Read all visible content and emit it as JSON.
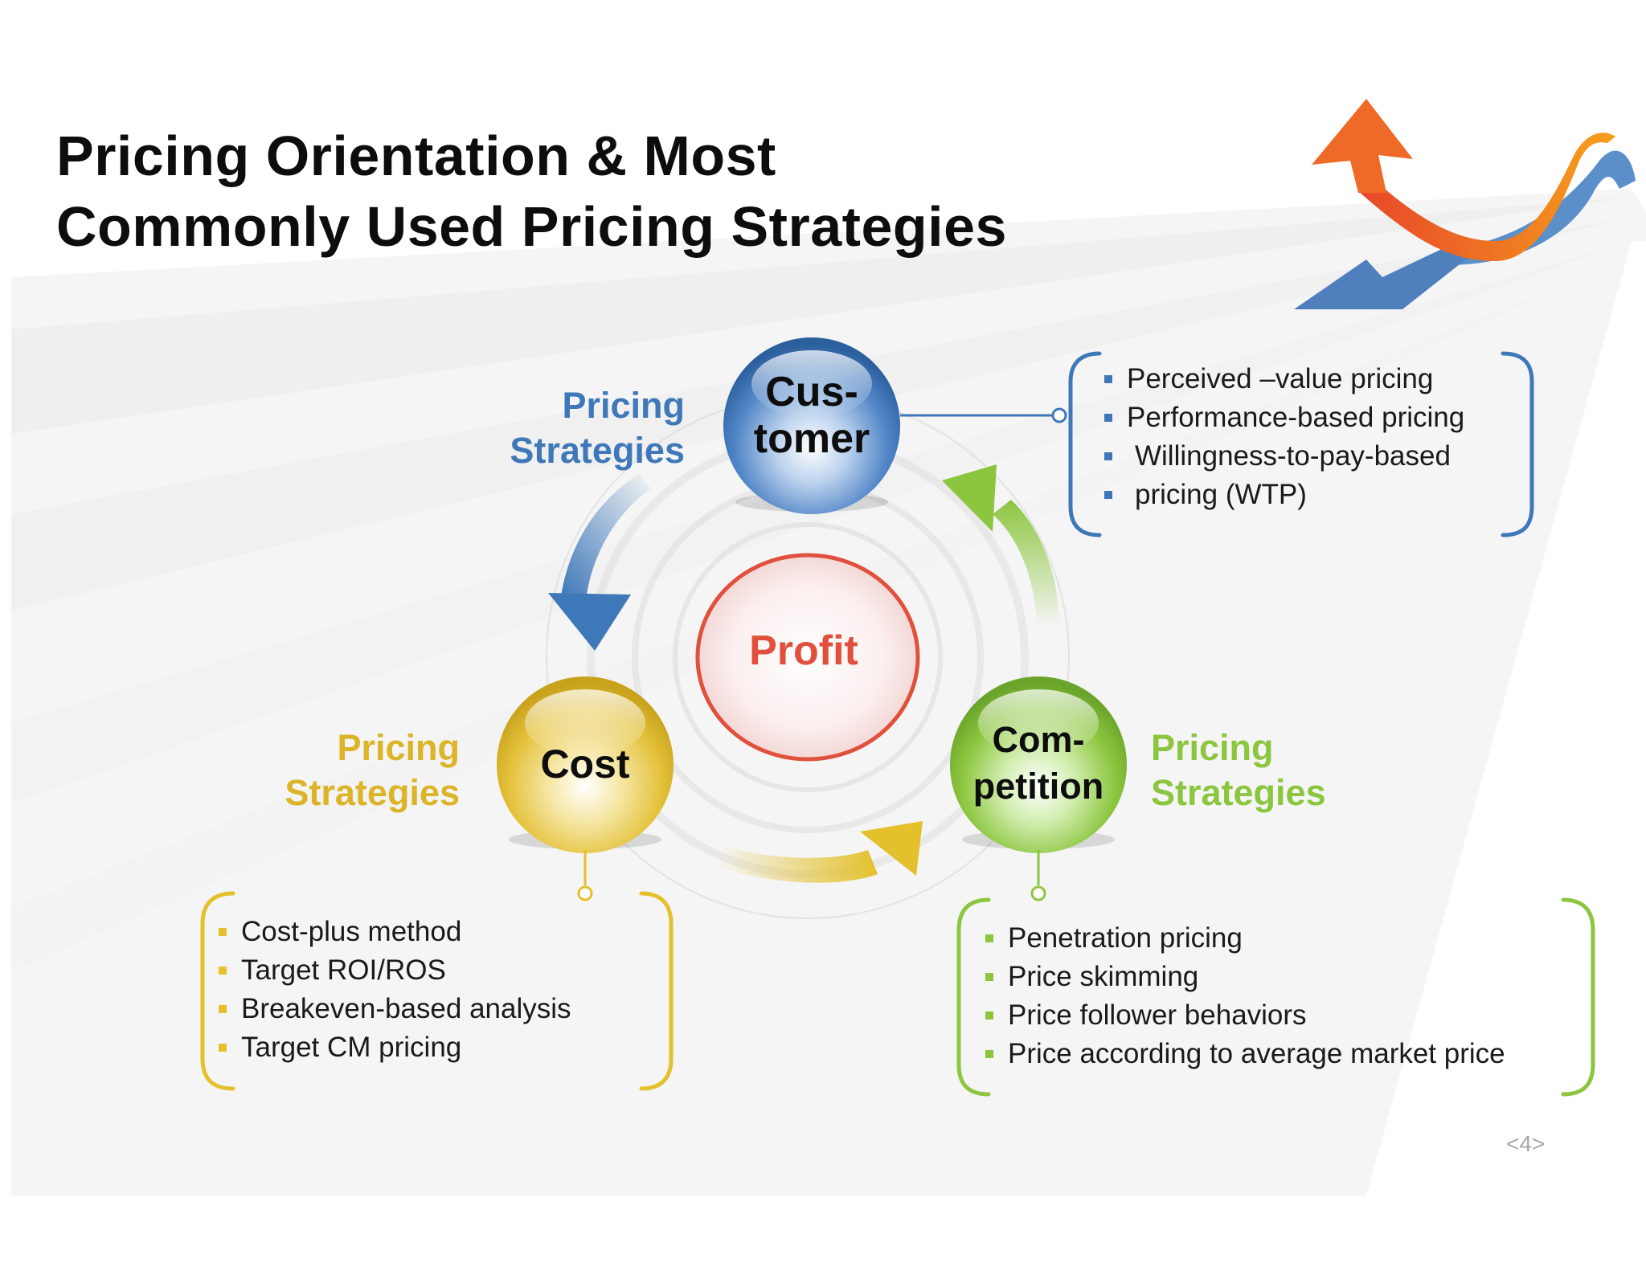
{
  "title": {
    "line1": "Pricing Orientation & Most",
    "line2": "Commonly Used Pricing Strategies"
  },
  "colors": {
    "customer": "#3f78b9",
    "cost": "#dcb428",
    "competition": "#8cc63f",
    "profit": "#e0503c",
    "title": "#0d0d0d"
  },
  "center": {
    "label": "Profit"
  },
  "customer": {
    "node_line1": "Cus-",
    "node_line2": "tomer",
    "label_line1": "Pricing",
    "label_line2": "Strategies",
    "items": [
      "Perceived –value pricing",
      "Performance-based pricing",
      "Willingness-to-pay-based",
      "pricing (WTP)"
    ]
  },
  "cost": {
    "node": "Cost",
    "label_line1": "Pricing",
    "label_line2": "Strategies",
    "items": [
      "Cost-plus method",
      "Target ROI/ROS",
      "Breakeven-based analysis",
      "Target CM pricing"
    ]
  },
  "competition": {
    "node_line1": "Com-",
    "node_line2": "petition",
    "label_line1": "Pricing",
    "label_line2": "Strategies",
    "items": [
      "Penetration pricing",
      "Price skimming",
      "Price follower behaviors",
      "Price according to average market price"
    ]
  },
  "page_number": "<4>"
}
